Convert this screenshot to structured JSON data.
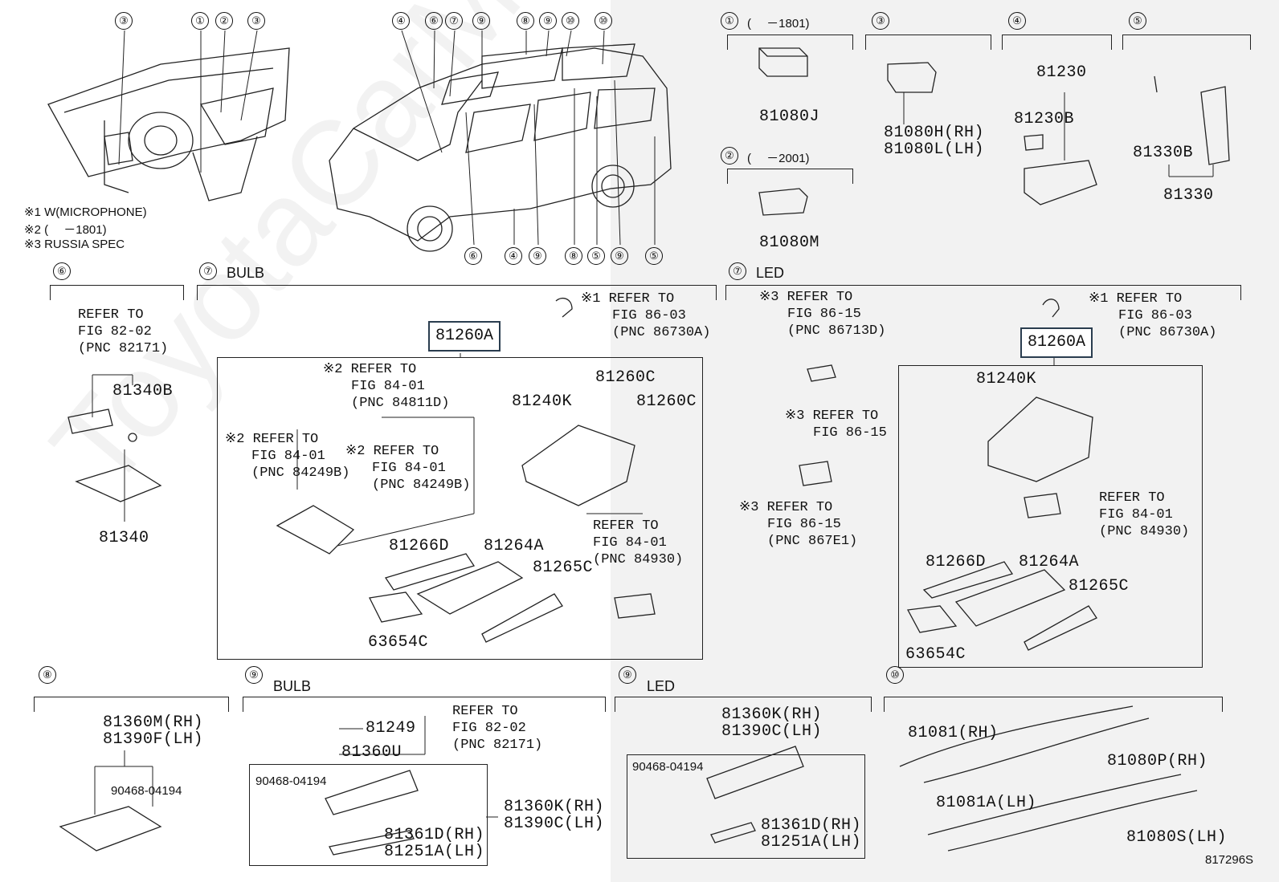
{
  "notes": [
    "※1 W(MICROPHONE)",
    "※2 (　 －1801)",
    "※3 RUSSIA SPEC"
  ],
  "vehicle_callouts_left": [
    "③",
    "①",
    "②",
    "③"
  ],
  "vehicle_callouts_right": [
    "④",
    "⑥",
    "⑦",
    "⑨",
    "⑧",
    "⑨",
    "⑩",
    "⑩"
  ],
  "vehicle_callouts_bottom": [
    "⑥",
    "④",
    "⑨",
    "⑧",
    "⑤",
    "⑨",
    "⑤"
  ],
  "s1": {
    "num": "①",
    "range": "(　 －1801)",
    "part": "81080J"
  },
  "s2": {
    "num": "②",
    "range": "(　 －2001)",
    "part": "81080M"
  },
  "s3": {
    "num": "③",
    "p1": "81080H(RH)",
    "p2": "81080L(LH)"
  },
  "s4": {
    "num": "④",
    "p1": "81230",
    "p2": "81230B"
  },
  "s5": {
    "num": "⑤",
    "p1": "81330B",
    "p2": "81330"
  },
  "s6": {
    "num": "⑥",
    "r1": "REFER TO",
    "r2": "FIG 82-02",
    "r3": "(PNC 82171)",
    "p1": "81340B",
    "p2": "81340"
  },
  "s7b": {
    "num": "⑦",
    "title": "BULB",
    "n1a": "※1 REFER TO",
    "n1b": "FIG 86-03",
    "n1c": "(PNC 86730A)",
    "assy": "81260A",
    "n2a": "※2 REFER TO",
    "n2b": "FIG 84-01",
    "n2c": "(PNC 84811D)",
    "n3a": "※2 REFER TO",
    "n3b": "FIG 84-01",
    "n3c": "(PNC 84249B)",
    "n4a": "※2 REFER TO",
    "n4b": "FIG 84-01",
    "n4c": "(PNC 84249B)",
    "p1": "81260C",
    "p2": "81240K",
    "p3": "81260C",
    "p4": "81266D",
    "p5": "81264A",
    "p6": "81265C",
    "p7": "63654C",
    "n5a": "REFER TO",
    "n5b": "FIG 84-01",
    "n5c": "(PNC 84930)"
  },
  "s7l": {
    "num": "⑦",
    "title": "LED",
    "n1a": "※3 REFER TO",
    "n1b": "FIG 86-15",
    "n1c": "(PNC 86713D)",
    "n2a": "※1 REFER TO",
    "n2b": "FIG 86-03",
    "n2c": "(PNC 86730A)",
    "n3a": "※3 REFER TO",
    "n3b": "FIG 86-15",
    "n4a": "※3 REFER TO",
    "n4b": "FIG 86-15",
    "n4c": "(PNC 867E1)",
    "assy": "81260A",
    "p1": "81240K",
    "n5a": "REFER TO",
    "n5b": "FIG 84-01",
    "n5c": "(PNC 84930)",
    "p4": "81266D",
    "p5": "81264A",
    "p6": "81265C",
    "p7": "63654C"
  },
  "s8": {
    "num": "⑧",
    "p1": "81360M(RH)",
    "p2": "81390F(LH)",
    "p3": "90468-04194"
  },
  "s9b": {
    "num": "⑨",
    "title": "BULB",
    "p1": "81249",
    "p2": "81360U",
    "r1": "REFER TO",
    "r2": "FIG 82-02",
    "r3": "(PNC 82171)",
    "p3": "90468-04194",
    "p4": "81360K(RH)",
    "p5": "81390C(LH)",
    "p6": "81361D(RH)",
    "p7": "81251A(LH)"
  },
  "s9l": {
    "num": "⑨",
    "title": "LED",
    "p1": "81360K(RH)",
    "p2": "81390C(LH)",
    "p3": "90468-04194",
    "p4": "81361D(RH)",
    "p5": "81251A(LH)"
  },
  "s10": {
    "num": "⑩",
    "p1": "81081(RH)",
    "p2": "81080P(RH)",
    "p3": "81081A(LH)",
    "p4": "81080S(LH)"
  },
  "watermark": "ToyotaCarMirror",
  "figure_id": "817296S"
}
